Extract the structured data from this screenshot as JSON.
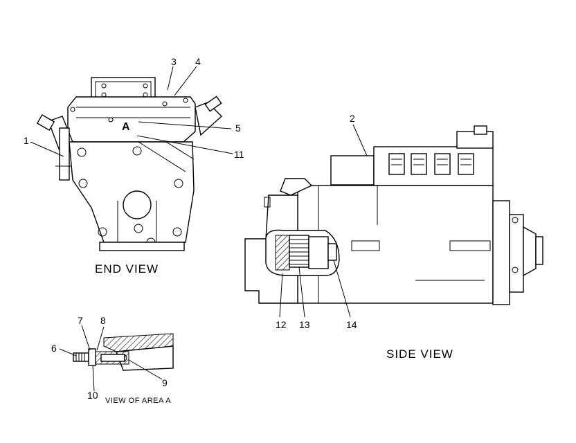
{
  "captions": {
    "end_view": "END VIEW",
    "side_view": "SIDE VIEW",
    "view_of_area_a": "VIEW OF AREA A"
  },
  "area_marker": "A",
  "callouts": {
    "c1": "1",
    "c2": "2",
    "c3": "3",
    "c4": "4",
    "c5": "5",
    "c6": "6",
    "c7": "7",
    "c8": "8",
    "c9": "9",
    "c10": "10",
    "c11": "11",
    "c12": "12",
    "c13": "13",
    "c14": "14"
  }
}
